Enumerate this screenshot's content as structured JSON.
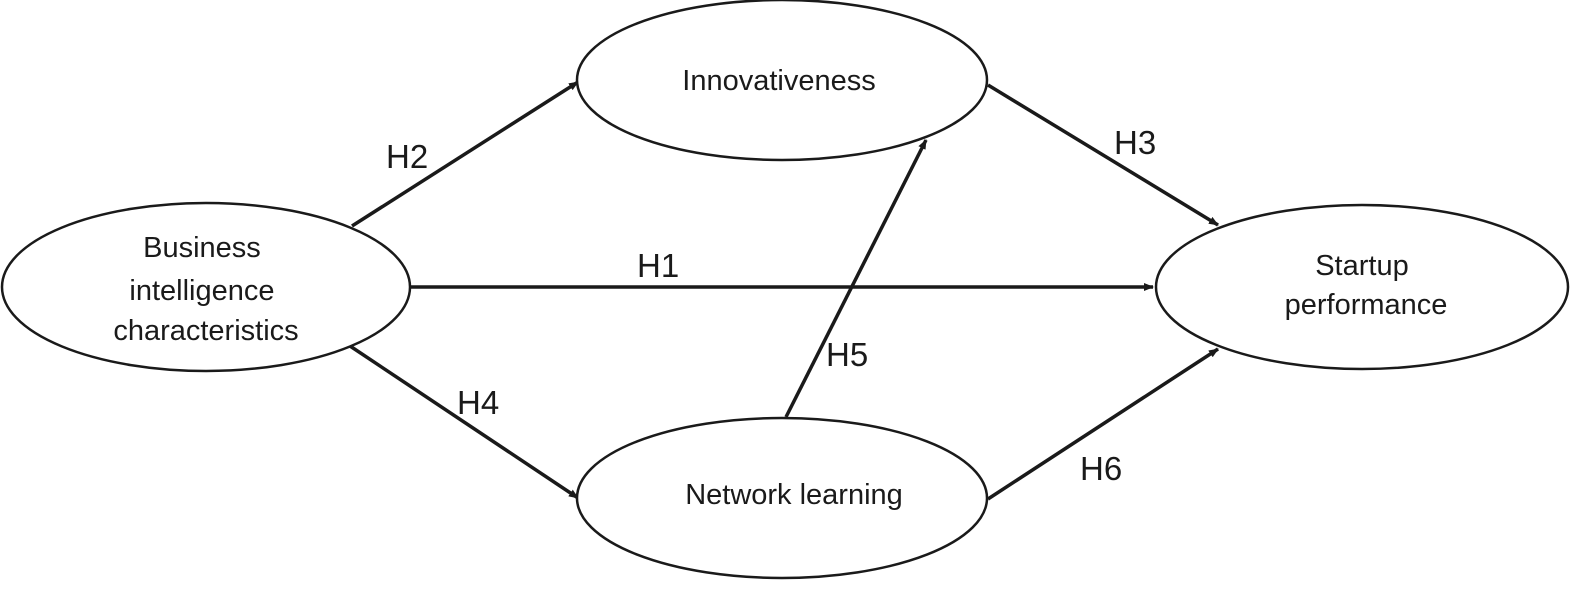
{
  "nodes": {
    "business_intelligence": [
      "Business",
      "intelligence",
      "characteristics"
    ],
    "innovativeness": [
      "Innovativeness"
    ],
    "network_learning": [
      "Network learning"
    ],
    "startup_performance": [
      "Startup",
      "performance"
    ]
  },
  "edges": {
    "h1": "H1",
    "h2": "H2",
    "h3": "H3",
    "h4": "H4",
    "h5": "H5",
    "h6": "H6"
  },
  "colors": {
    "stroke": "#1a1a1a",
    "background": "#ffffff"
  }
}
